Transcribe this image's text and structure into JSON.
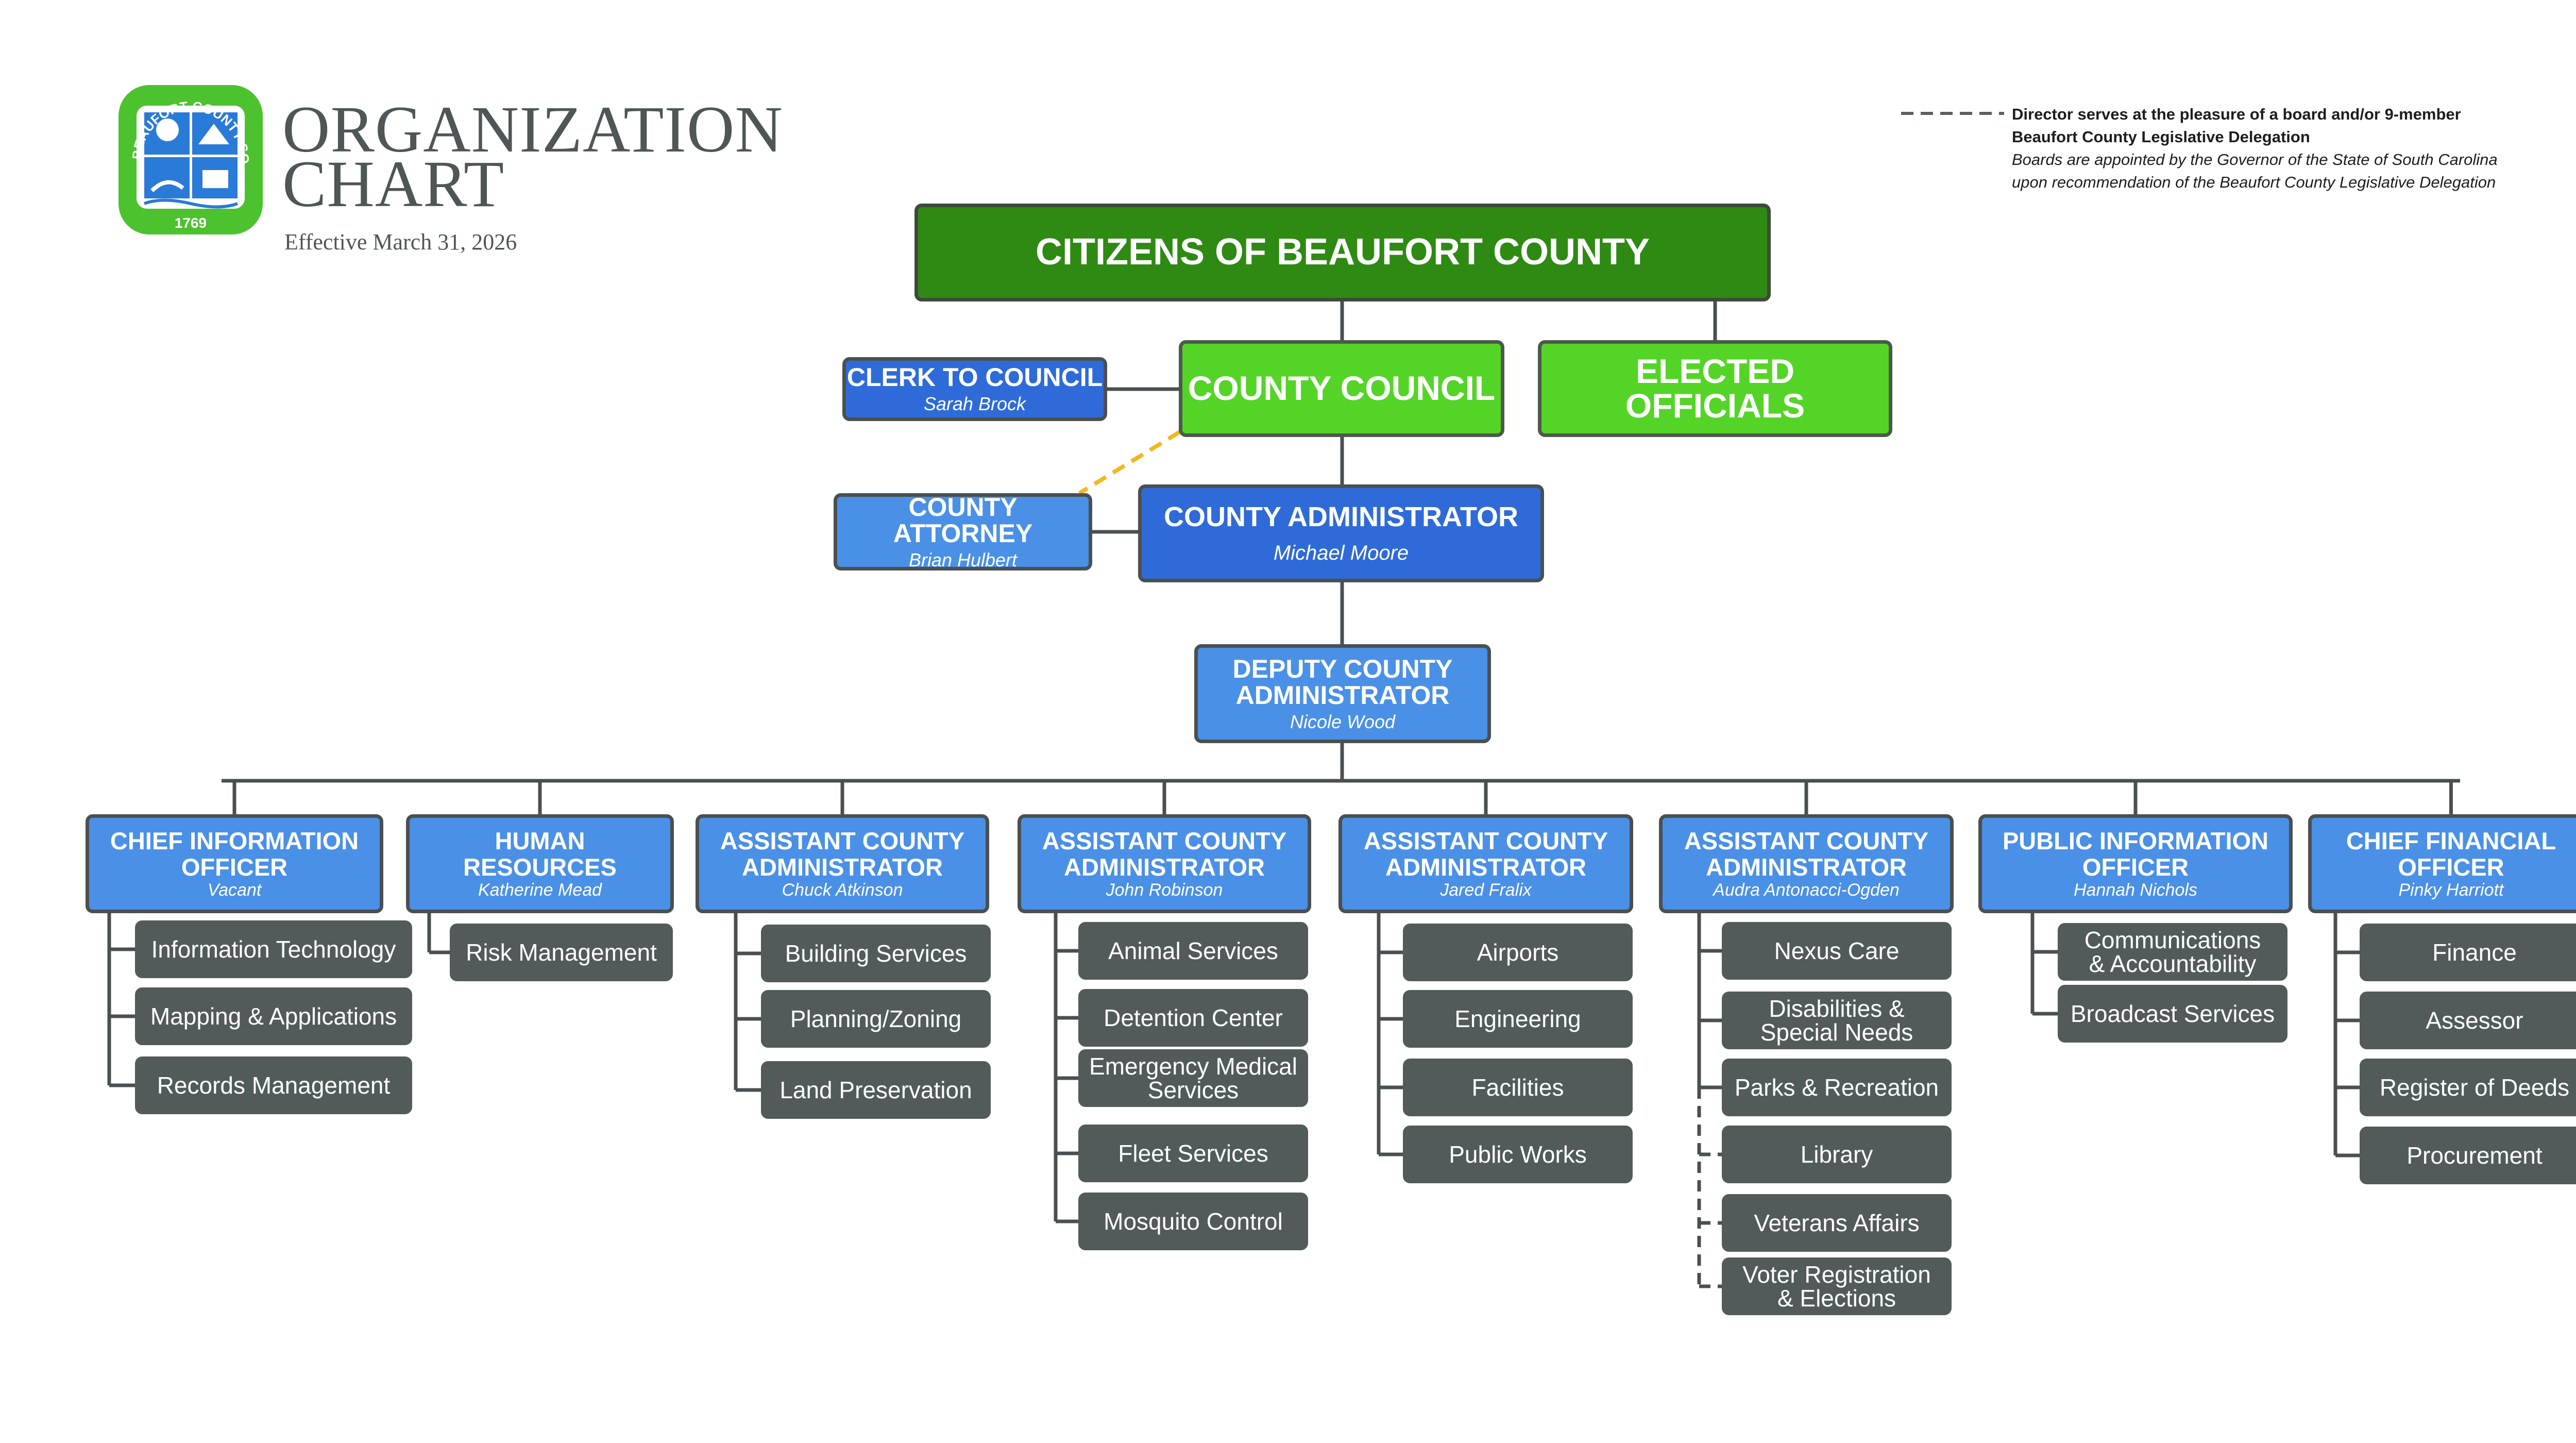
{
  "seal": {
    "text": "BEAUFORT COUNTY SOUTH CAROLINA",
    "year": "1769"
  },
  "header": {
    "title_line1": "ORGANIZATION",
    "title_line2": "CHART",
    "effective": "Effective March 31, 2026"
  },
  "legend": {
    "line1": "Director serves at the pleasure of a board and/or 9-member",
    "line2": "Beaufort County Legislative Delegation",
    "note1": "Boards are appointed by the Governor of the State of South Carolina",
    "note2": "upon recommendation of the Beaufort County Legislative Delegation"
  },
  "top": {
    "citizens": "CITIZENS OF BEAUFORT COUNTY",
    "council": "COUNTY COUNCIL",
    "elected": "ELECTED OFFICIALS"
  },
  "clerk": {
    "title": "CLERK TO COUNCIL",
    "name": "Sarah Brock"
  },
  "attorney": {
    "title": "COUNTY ATTORNEY",
    "name": "Brian Hulbert"
  },
  "administrator": {
    "title": "COUNTY ADMINISTRATOR",
    "name": "Michael Moore"
  },
  "deputy": {
    "title_line1": "DEPUTY COUNTY",
    "title_line2": "ADMINISTRATOR",
    "name": "Nicole Wood"
  },
  "categories": [
    {
      "title_line1": "CHIEF INFORMATION",
      "title_line2": "OFFICER",
      "name": "Vacant",
      "items": [
        "Information Technology",
        "Mapping & Applications",
        "Records Management"
      ]
    },
    {
      "title_line1": "HUMAN",
      "title_line2": "RESOURCES",
      "name": "Katherine Mead",
      "items": [
        "Risk Management"
      ]
    },
    {
      "title_line1": "ASSISTANT COUNTY",
      "title_line2": "ADMINISTRATOR",
      "name": "Chuck Atkinson",
      "items": [
        "Building Services",
        "Planning/Zoning",
        "Land Preservation"
      ]
    },
    {
      "title_line1": "ASSISTANT COUNTY",
      "title_line2": "ADMINISTRATOR",
      "name": "John Robinson",
      "items": [
        "Animal Services",
        "Detention Center",
        "Emergency Medical\nServices",
        "Fleet Services",
        "Mosquito Control"
      ]
    },
    {
      "title_line1": "ASSISTANT COUNTY",
      "title_line2": "ADMINISTRATOR",
      "name": "Jared Fralix",
      "items": [
        "Airports",
        "Engineering",
        "Facilities",
        "Public Works"
      ]
    },
    {
      "title_line1": "ASSISTANT COUNTY",
      "title_line2": "ADMINISTRATOR",
      "name": "Audra Antonacci-Ogden",
      "items": [
        "Nexus Care",
        "Disabilities &\nSpecial Needs",
        "Parks & Recreation",
        "Library",
        "Veterans Affairs",
        "Voter Registration\n& Elections"
      ]
    },
    {
      "title_line1": "PUBLIC INFORMATION",
      "title_line2": "OFFICER",
      "name": "Hannah Nichols",
      "items": [
        "Communications\n& Accountability",
        "Broadcast Services"
      ]
    },
    {
      "title_line1": "CHIEF FINANCIAL",
      "title_line2": "OFFICER",
      "name": "Pinky Harriott",
      "items": [
        "Finance",
        "Assessor",
        "Register of Deeds",
        "Procurement"
      ]
    }
  ],
  "colors": {
    "citizens": "#2e8a12",
    "council": "#55d428",
    "administrator": "#2f6bd8",
    "category": "#4a90e6",
    "item": "#535b5a",
    "line": "#4a4f52",
    "attorney_link": "#f2b820"
  }
}
